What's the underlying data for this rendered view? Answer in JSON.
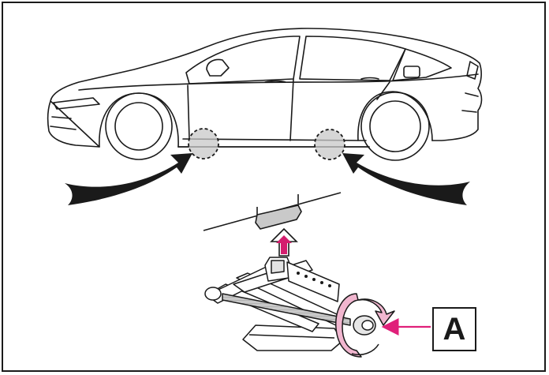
{
  "diagram": {
    "callout": {
      "label": "A"
    },
    "colors": {
      "line": "#1a1a1a",
      "jack_point_fill": "#c8c8c8",
      "arrow_fill": "#1a1a1a",
      "lift_arrow_fill": "#cc1f6e",
      "handle_ring_fill": "#f1b6cf",
      "callout_arrow": "#e0207a"
    },
    "icons": {
      "car": "side-view-sedan",
      "jack": "scissor-jack",
      "rotate": "rotation-arrow"
    }
  }
}
